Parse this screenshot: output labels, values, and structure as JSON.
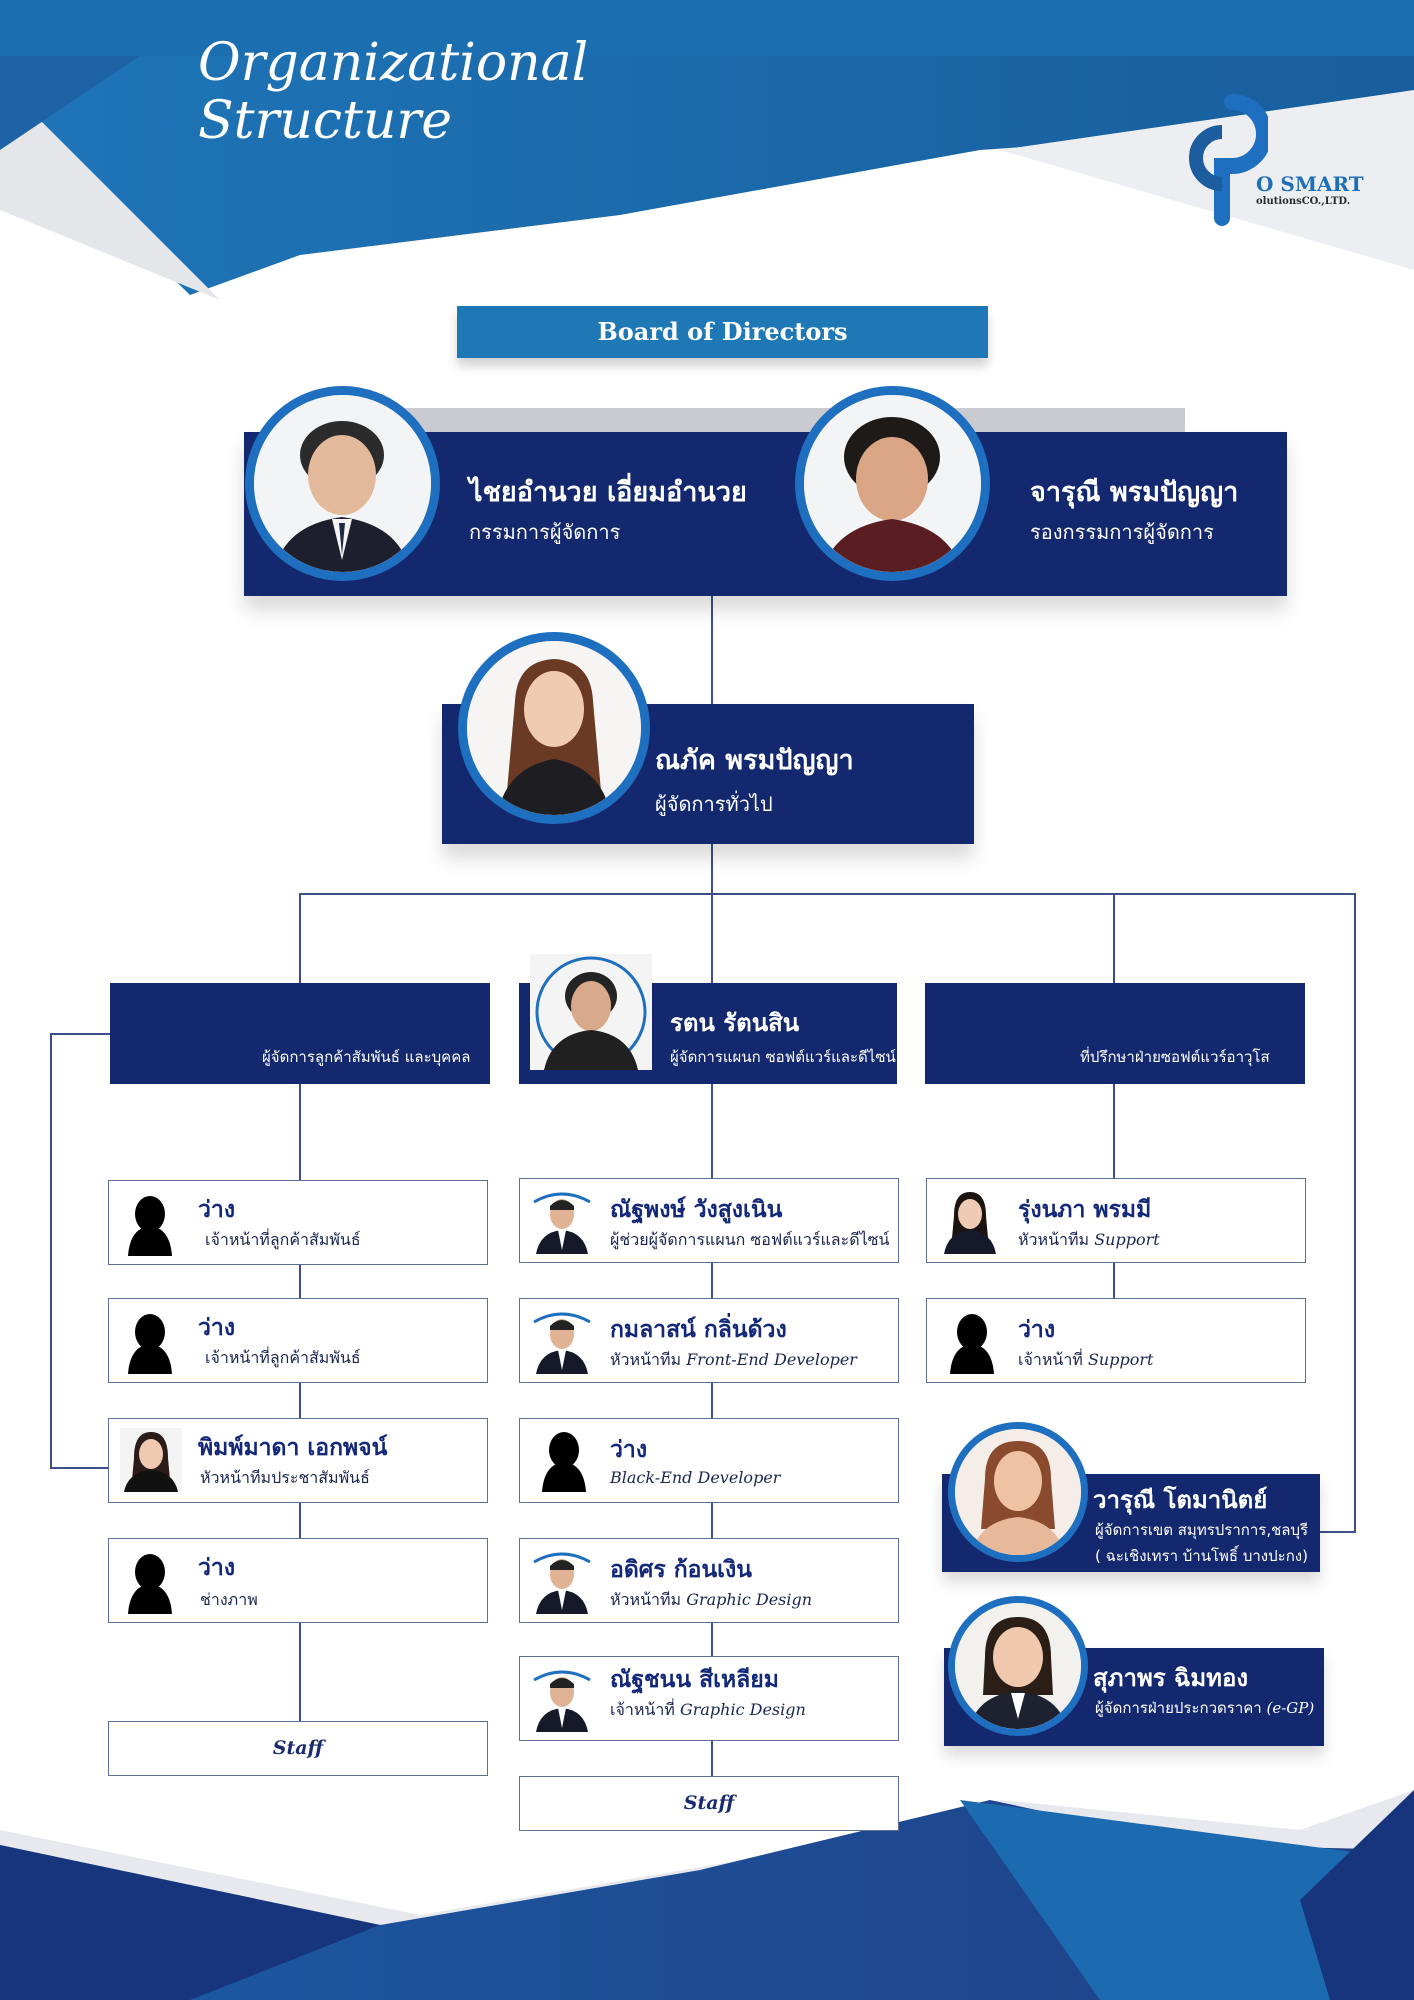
{
  "header": {
    "title_line1": "Organizational",
    "title_line2": "Structure"
  },
  "logo": {
    "name": "O SMART",
    "sub": "olutionsCO.,LTD."
  },
  "board": {
    "title": "Board of Directors",
    "members": [
      {
        "name": "ไชยอำนวย เอี่ยมอำนวย",
        "role": "กรรมการผู้จัดการ"
      },
      {
        "name": "จารุณี พรมปัญญา",
        "role": "รองกรรมการผู้จัดการ"
      }
    ]
  },
  "gm": {
    "name": "ณภัค พรมปัญญา",
    "role": "ผู้จัดการทั่วไป"
  },
  "departments": {
    "left": {
      "role": "ผู้จัดการลูกค้าสัมพันธ์ และบุคคล"
    },
    "center": {
      "name": "รตน รัตนสิน",
      "role": "ผู้จัดการแผนก ซอฟต์แวร์และดีไซน์"
    },
    "right": {
      "role": "ที่ปรึกษาฝ่ายซอฟต์แวร์อาวุโส"
    }
  },
  "left_column": [
    {
      "name": "ว่าง",
      "role": "เจ้าหน้าที่ลูกค้าสัมพันธ์"
    },
    {
      "name": "ว่าง",
      "role": "เจ้าหน้าที่ลูกค้าสัมพันธ์"
    },
    {
      "name": "พิมพ์มาดา เอกพจน์",
      "role": "หัวหน้าทีมประชาสัมพันธ์"
    },
    {
      "name": "ว่าง",
      "role": "ช่างภาพ"
    }
  ],
  "center_column": [
    {
      "name": "ณัฐพงษ์ วังสูงเนิน",
      "role": "ผู้ช่วยผู้จัดการแผนก ซอฟต์แวร์และดีไซน์"
    },
    {
      "name": "กมลาสน์ กลิ่นด้วง",
      "role_prefix": "หัวหน้าทีม",
      "role_en": "Front-End Developer"
    },
    {
      "name": "ว่าง",
      "role_en": "Black-End Developer"
    },
    {
      "name": "อดิศร ก้อนเงิน",
      "role_prefix": "หัวหน้าทีม",
      "role_en": "Graphic Design"
    },
    {
      "name": "ณัฐชนน สีเหลียม",
      "role_prefix": "เจ้าหน้าที่",
      "role_en": "Graphic Design"
    }
  ],
  "right_column": [
    {
      "name": "รุ่งนภา พรมมี",
      "role_prefix": "หัวหน้าทีม",
      "role_en": "Support"
    },
    {
      "name": "ว่าง",
      "role_prefix": "เจ้าหน้าที่",
      "role_en": "Support"
    }
  ],
  "regional": [
    {
      "name": "วารุณี โตมานิตย์",
      "role_line1": "ผู้จัดการเขต สมุทรปราการ,ชลบุรี",
      "role_line2": "( ฉะเชิงเทรา บ้านโพธิ์ บางปะกง)"
    },
    {
      "name": "สุภาพร ฉิมทอง",
      "role_prefix": "ผู้จัดการฝ่ายประกวดราคา",
      "role_en": "(e-GP)"
    }
  ],
  "staff_label": "Staff",
  "colors": {
    "navy": "#13286e",
    "blue": "#1d78b5",
    "ring": "#1f6fc0"
  }
}
